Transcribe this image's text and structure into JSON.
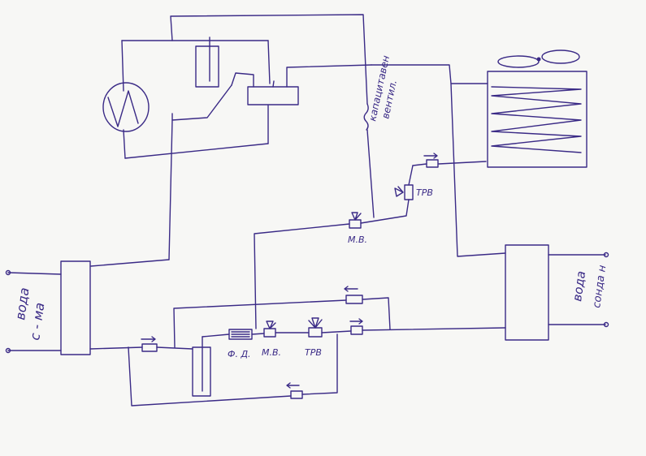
{
  "labels": {
    "capillary_valve": [
      "капацитавен",
      "вентил."
    ],
    "trv_upper": "TPB",
    "mv_upper": "M.B.",
    "water_left": [
      "вода",
      "с - ма"
    ],
    "water_right": [
      "вода",
      "сонда н"
    ],
    "filter_drier": "Ф. Д.",
    "mv_lower": "M.B.",
    "trv_lower": "TPB"
  },
  "colors": {
    "ink": "#3a2a86",
    "paper": "#f7f7f5"
  }
}
